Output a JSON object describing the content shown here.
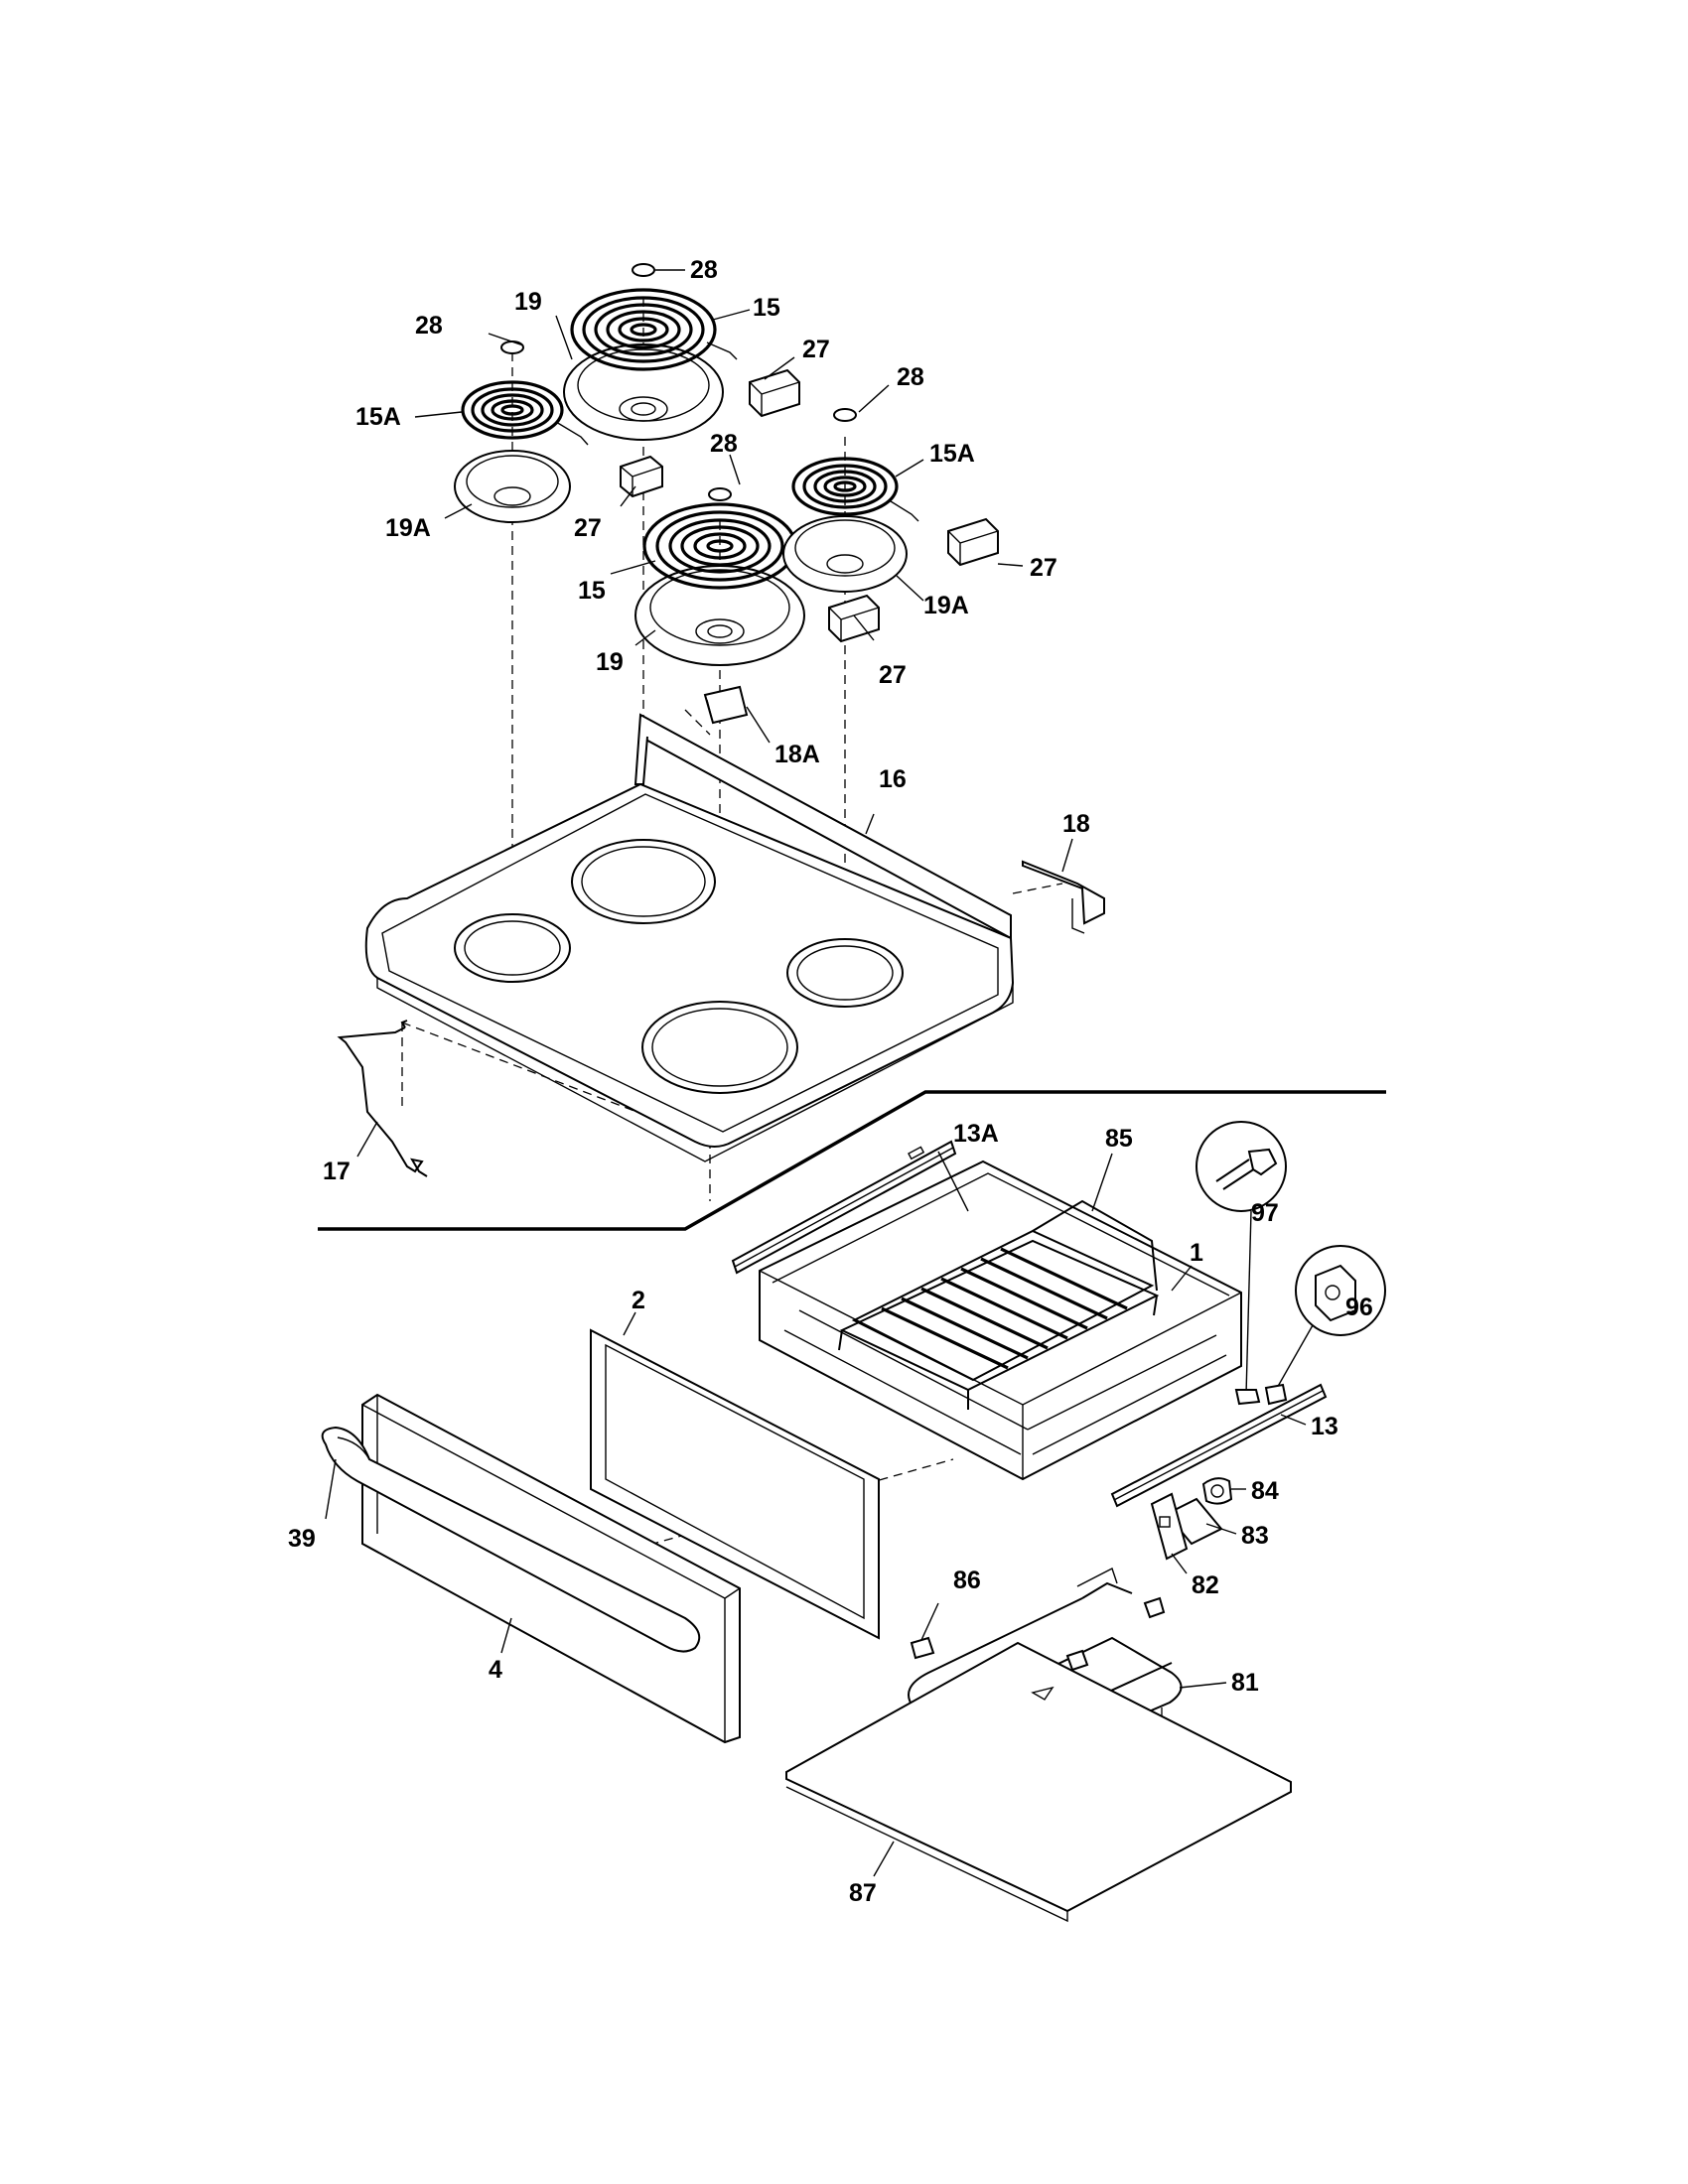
{
  "callouts": {
    "c28a": "28",
    "c28b": "28",
    "c28c": "28",
    "c28d": "28",
    "c19a": "19",
    "c19b": "19",
    "c15a": "15",
    "c15b": "15",
    "c15Aa": "15A",
    "c15Ab": "15A",
    "c19Aa": "19A",
    "c19Ab": "19A",
    "c27a": "27",
    "c27b": "27",
    "c27c": "27",
    "c27d": "27",
    "c18A": "18A",
    "c16": "16",
    "c18": "18",
    "c17": "17",
    "c13A": "13A",
    "c85": "85",
    "c97": "97",
    "c1": "1",
    "c96": "96",
    "c2": "2",
    "c13": "13",
    "c39": "39",
    "c84": "84",
    "c83": "83",
    "c82": "82",
    "c86": "86",
    "c4": "4",
    "c81": "81",
    "c87": "87"
  }
}
